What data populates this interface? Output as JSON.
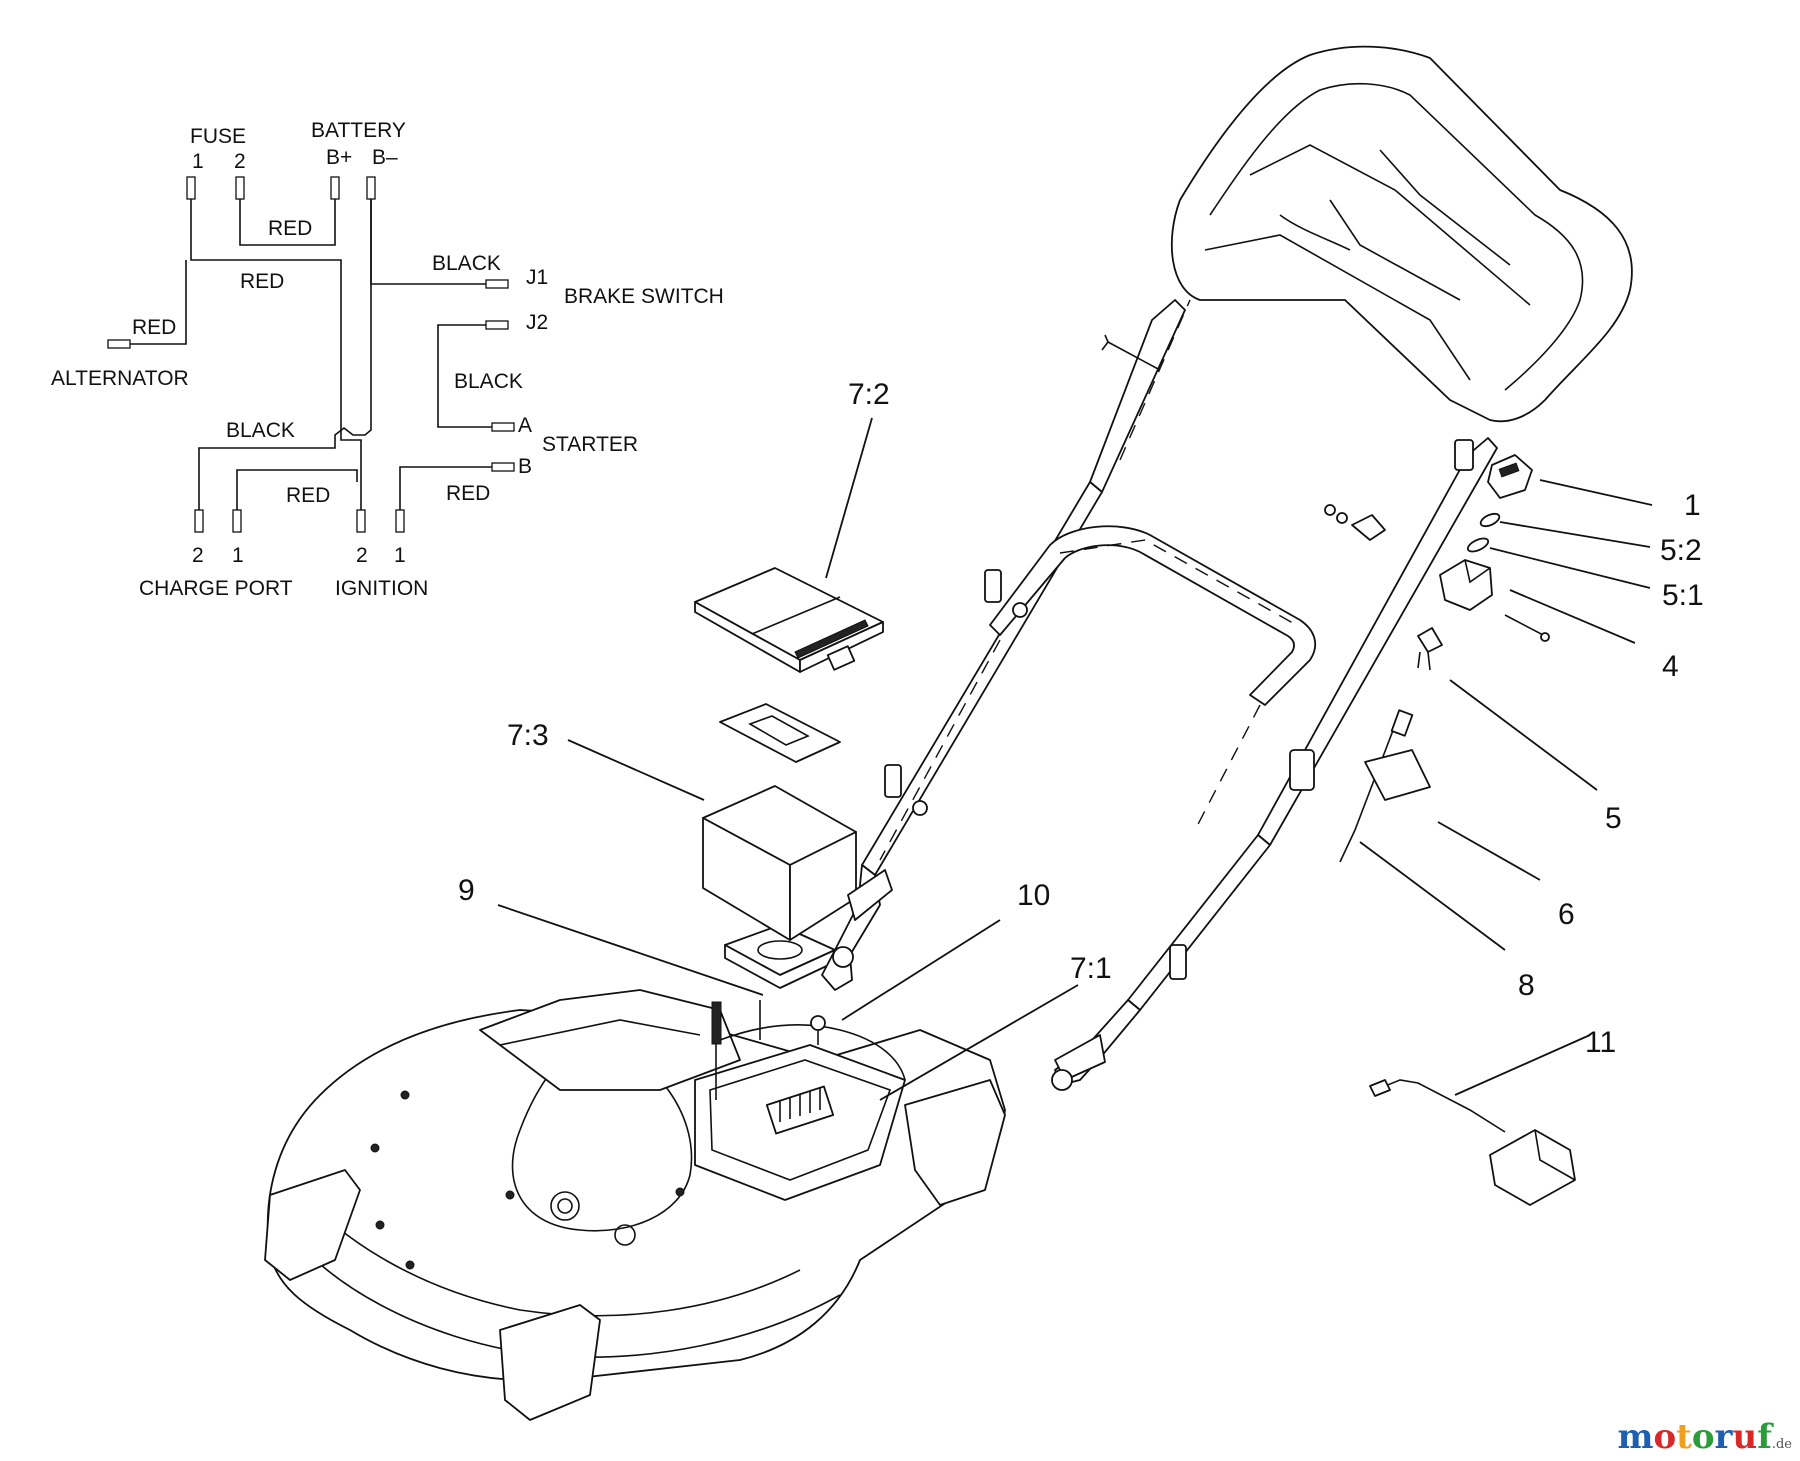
{
  "wiring": {
    "fuse": "FUSE",
    "fuse_pin1": "1",
    "fuse_pin2": "2",
    "battery": "BATTERY",
    "b_plus": "B+",
    "b_minus": "B–",
    "red_fuse_battery": "RED",
    "red_fuse_ignition": "RED",
    "red_alternator": "RED",
    "alternator": "ALTERNATOR",
    "black_brake": "BLACK",
    "j1": "J1",
    "brake_switch": "BRAKE SWITCH",
    "j2": "J2",
    "black_starter": "BLACK",
    "starter_a": "A",
    "starter": "STARTER",
    "starter_b": "B",
    "black_charge": "BLACK",
    "red_charge": "RED",
    "red_starter": "RED",
    "charge_pin2": "2",
    "charge_pin1": "1",
    "ign_pin2": "2",
    "ign_pin1": "1",
    "charge_port": "CHARGE PORT",
    "ignition": "IGNITION"
  },
  "callouts": [
    "7:2",
    "7:3",
    "9",
    "10",
    "7:1",
    "1",
    "5:2",
    "5:1",
    "4",
    "5",
    "6",
    "8",
    "11"
  ],
  "watermark": {
    "text": "motoruf",
    "tld": ".de",
    "colors": [
      "#1f5fb0",
      "#d42a2a",
      "#f0a020",
      "#2a9d3a",
      "#1f5fb0",
      "#d42a2a",
      "#2a9d3a"
    ]
  }
}
